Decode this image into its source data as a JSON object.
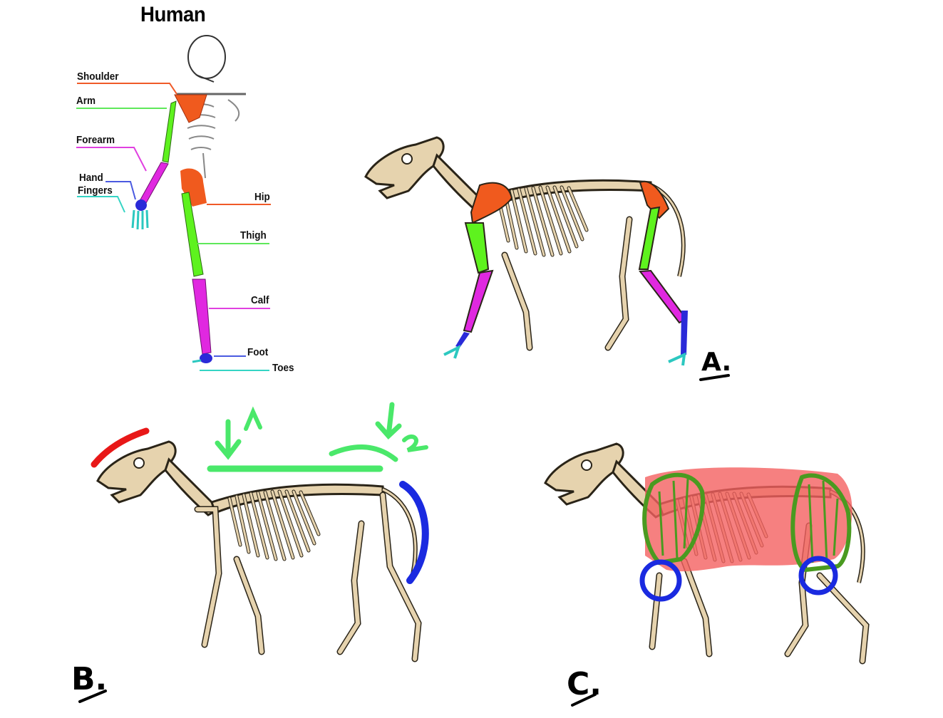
{
  "diagram": {
    "human_panel": {
      "title": "Human",
      "labels": [
        {
          "id": "shoulder",
          "text": "Shoulder",
          "color": "#f05a28"
        },
        {
          "id": "arm",
          "text": "Arm",
          "color": "#5ee85a"
        },
        {
          "id": "forearm",
          "text": "Forearm",
          "color": "#e040e0"
        },
        {
          "id": "hand",
          "text": "Hand",
          "color": "#4a5ae0"
        },
        {
          "id": "fingers",
          "text": "Fingers",
          "color": "#35d4c4"
        },
        {
          "id": "hip",
          "text": "Hip",
          "color": "#f05a28"
        },
        {
          "id": "thigh",
          "text": "Thigh",
          "color": "#5ee85a"
        },
        {
          "id": "calf",
          "text": "Calf",
          "color": "#e040e0"
        },
        {
          "id": "foot",
          "text": "Foot",
          "color": "#4a5ae0"
        },
        {
          "id": "toes",
          "text": "Toes",
          "color": "#35d4c4"
        }
      ]
    },
    "panel_a": {
      "letter": "A.",
      "description": "Quadruped skeleton with color-coded bones matching human labels"
    },
    "panel_b": {
      "letter": "B.",
      "annotations": [
        "1",
        "2"
      ],
      "description": "Skeleton with head line (red), back line (green), tail curve (blue)"
    },
    "panel_c": {
      "letter": "C.",
      "description": "Skeleton with body mass (red), shoulder/hip masses (green hatched), joints (blue circles)"
    },
    "colors": {
      "bone": "#e6d3ae",
      "bone_outline": "#2a2418",
      "shoulder_hip": "#f05a1e",
      "upper_limb": "#5ef21e",
      "lower_limb": "#e028e0",
      "hand_foot": "#2a2ad8",
      "digits": "#2cc8c0",
      "red_mark": "#e81818",
      "green_mark": "#4ae86a",
      "blue_mark": "#1a2ae0",
      "body_mass": "#f46060",
      "mass_outline": "#4a9a20"
    }
  }
}
